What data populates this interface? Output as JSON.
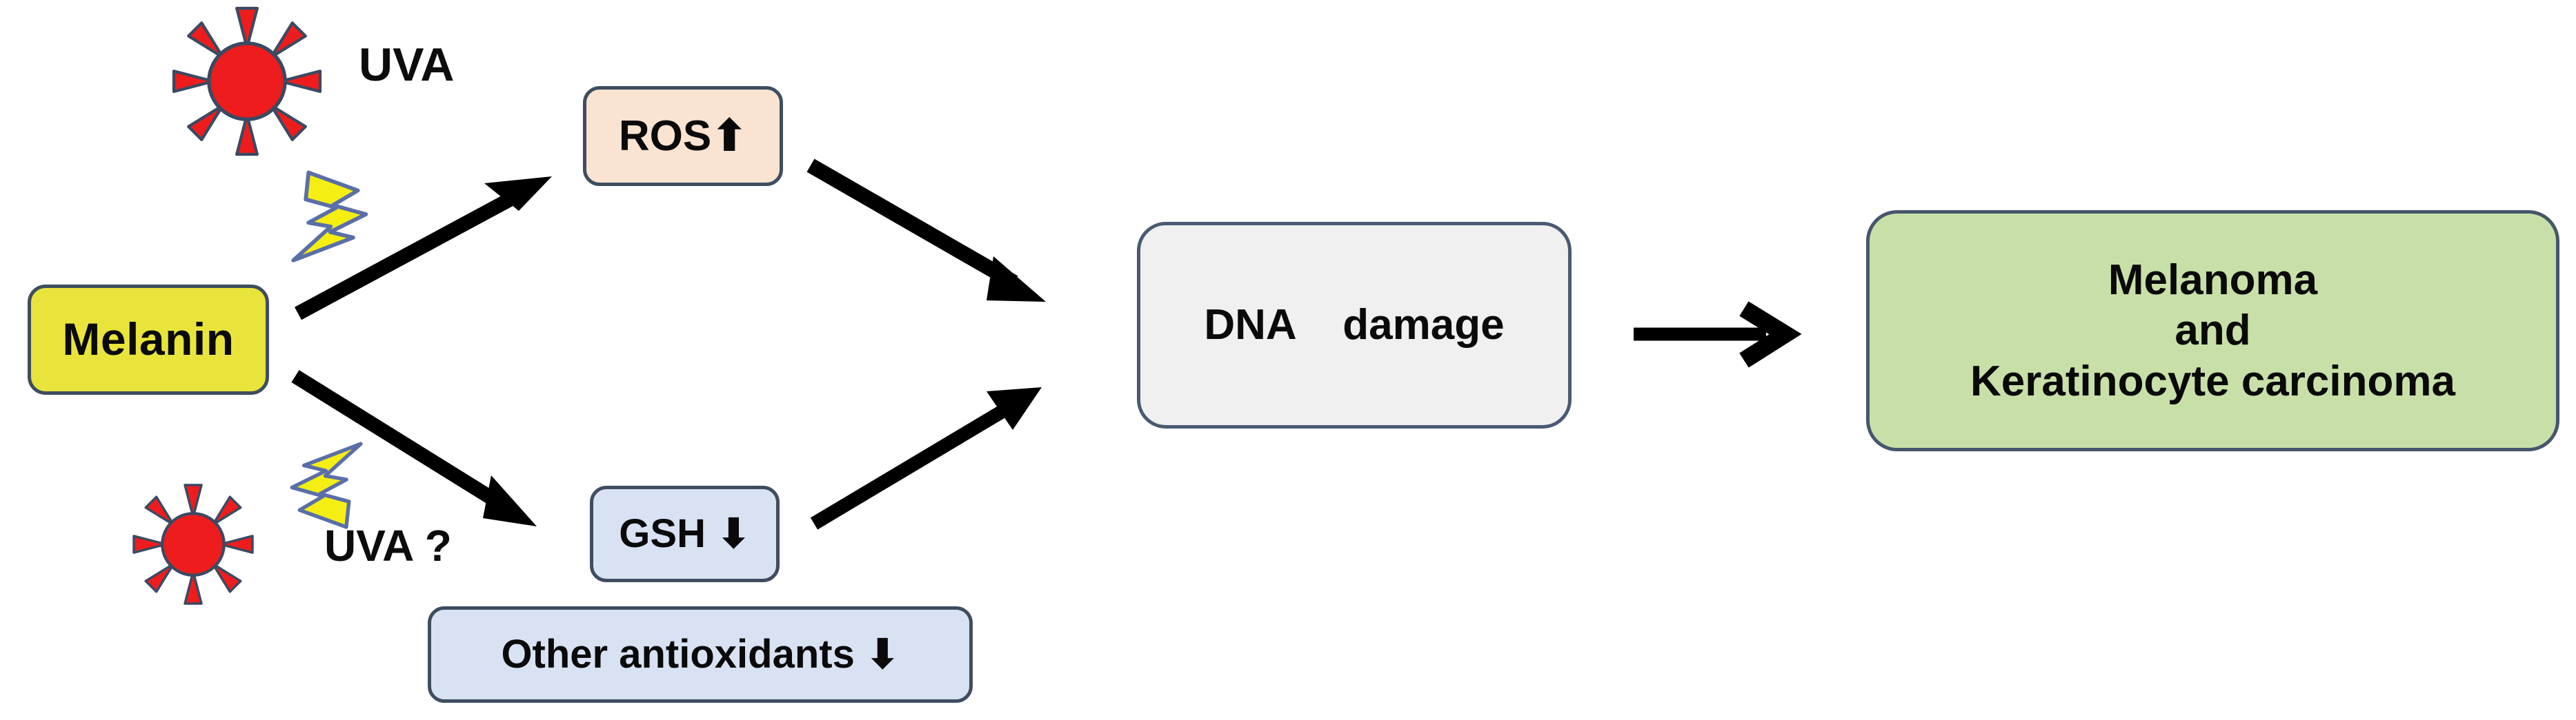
{
  "diagram": {
    "title": "Melanin UVA oxidative stress pathway to skin cancer",
    "background": "#ffffff",
    "nodes": {
      "melanin": {
        "label": "Melanin",
        "fill": "#e8e43c",
        "border": "#3f4d60"
      },
      "ros": {
        "label": "ROS⬆",
        "fill": "#fbe3d2",
        "border": "#3f4d60"
      },
      "gsh": {
        "label": "GSH ⬇",
        "fill": "#d9e2f3",
        "border": "#3f4d60"
      },
      "other_antiox": {
        "label": "Other antioxidants ⬇",
        "fill": "#d9e2f3",
        "border": "#3f4d60"
      },
      "dna_damage": {
        "label": "DNA    damage",
        "fill": "#f0f0f0",
        "border": "#4a5a72"
      },
      "outcome": {
        "lines": [
          "Melanoma",
          "and",
          "Keratinocyte carcinoma"
        ],
        "fill": "#c8e0a8",
        "border": "#46566b"
      }
    },
    "labels": {
      "uva_top": "UVA",
      "uva_bottom": "UVA ?"
    },
    "icons": {
      "sun_top": "sun-icon",
      "sun_bottom": "sun-icon",
      "bolt_top": "lightning-bolt-icon",
      "bolt_bottom": "lightning-bolt-icon",
      "sun_fill": "#ee1c1c",
      "sun_outline": "#3a4a63",
      "bolt_fill": "#f5ee12",
      "bolt_outline": "#5a6fa8"
    },
    "arrows": [
      {
        "name": "melanin-to-ros",
        "from": "melanin",
        "to": "ros",
        "color": "#000000"
      },
      {
        "name": "melanin-to-gsh",
        "from": "melanin",
        "to": "gsh",
        "color": "#000000"
      },
      {
        "name": "ros-to-dna",
        "from": "ros",
        "to": "dna_damage",
        "color": "#000000"
      },
      {
        "name": "gsh-to-dna",
        "from": "gsh",
        "to": "dna_damage",
        "color": "#000000"
      },
      {
        "name": "dna-to-outcome",
        "from": "dna_damage",
        "to": "outcome",
        "color": "#000000"
      }
    ]
  }
}
